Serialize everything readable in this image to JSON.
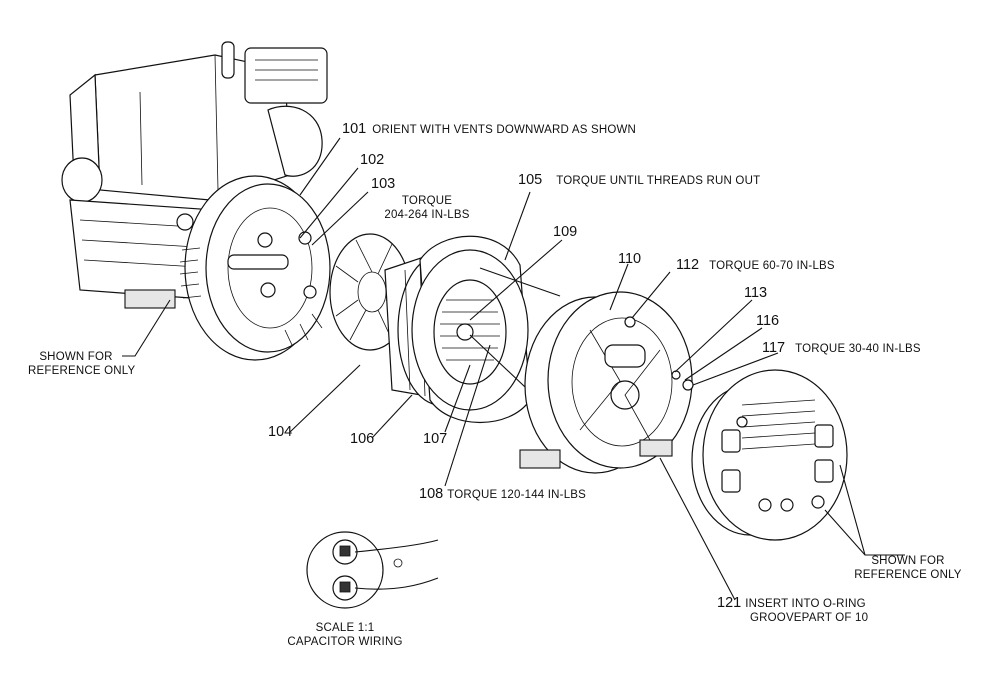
{
  "callouts": {
    "c101": {
      "num": "101",
      "note": "ORIENT WITH VENTS DOWNWARD AS SHOWN"
    },
    "c102": {
      "num": "102"
    },
    "c103": {
      "num": "103",
      "note_line1": "TORQUE",
      "note_line2": "204-264 IN-LBS"
    },
    "c104": {
      "num": "104"
    },
    "c105": {
      "num": "105",
      "note": "TORQUE UNTIL THREADS RUN OUT"
    },
    "c106": {
      "num": "106"
    },
    "c107": {
      "num": "107"
    },
    "c108": {
      "num": "108",
      "note": "TORQUE 120-144 IN-LBS"
    },
    "c109": {
      "num": "109"
    },
    "c110": {
      "num": "110"
    },
    "c112": {
      "num": "112",
      "note": "TORQUE 60-70 IN-LBS"
    },
    "c113": {
      "num": "113"
    },
    "c116": {
      "num": "116"
    },
    "c117": {
      "num": "117",
      "note": "TORQUE 30-40 IN-LBS"
    },
    "c121": {
      "num": "121",
      "note_line1": "INSERT INTO O-RING",
      "note_line2": "GROOVEPART OF 10"
    }
  },
  "reference_left": {
    "line1": "SHOWN FOR",
    "line2": "REFERENCE ONLY"
  },
  "reference_right": {
    "line1": "SHOWN FOR",
    "line2": "REFERENCE ONLY"
  },
  "capacitor": {
    "scale": "SCALE 1:1",
    "title": "CAPACITOR WIRING"
  }
}
